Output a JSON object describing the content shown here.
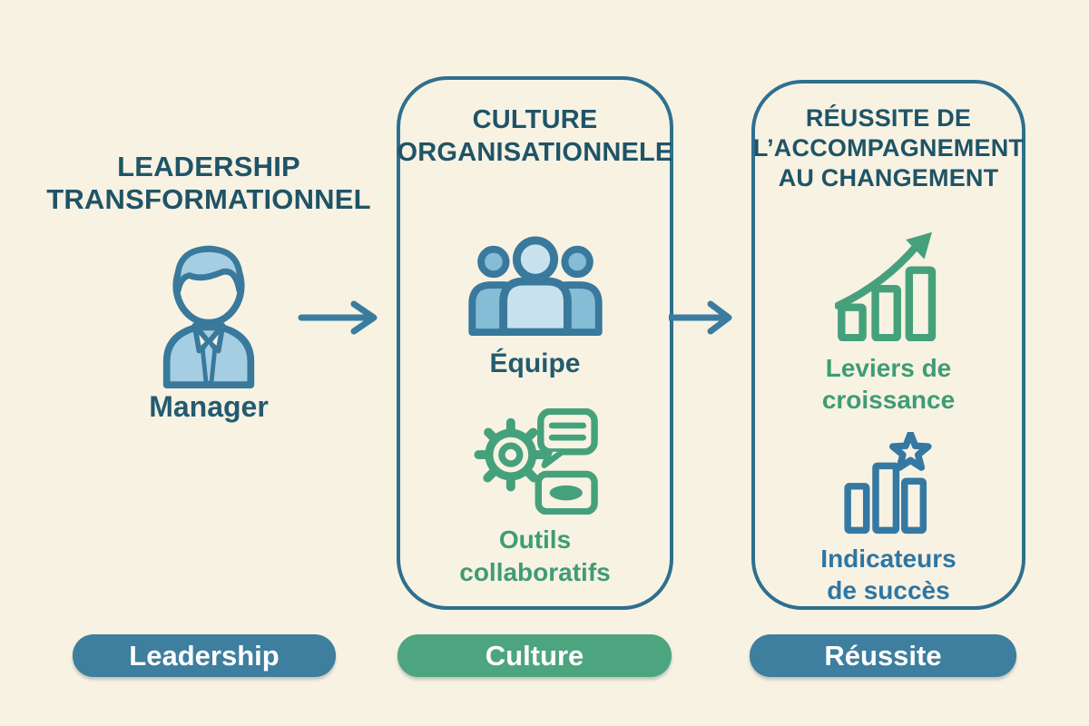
{
  "palette": {
    "background": "#F8F2E3",
    "title_text": "#1F5467",
    "dark_blue_text": "#235B70",
    "card_border": "#2F6F8F",
    "icon_blue_stroke": "#38799C",
    "icon_blue_fill_light": "#A6CEE2",
    "icon_blue_fill_lighter": "#C8E2ED",
    "icon_blue_fill_medium": "#85BCD6",
    "green": "#45A17B",
    "green_text": "#3F9C74",
    "blue_label_text": "#2E76A3",
    "pill_blue": "#3E7E9E",
    "pill_green": "#4DA580",
    "arrow_color": "#3A7CA0"
  },
  "flow": {
    "left": {
      "title_lines": [
        "LEADERSHIP",
        "TRANSFORMATIONNEL"
      ],
      "icon": "manager-person-icon",
      "label": "Manager"
    },
    "connectors": [
      {
        "icon": "arrow-right-icon"
      },
      {
        "icon": "arrow-right-icon"
      }
    ],
    "center": {
      "title_lines": [
        "CULTURE",
        "ORGANISATIONNELE"
      ],
      "items": [
        {
          "icon": "team-group-icon",
          "label_lines": [
            "Équipe"
          ]
        },
        {
          "icon": "gear-chat-collaboration-icon",
          "label_lines": [
            "Outils",
            "collaboratifs"
          ]
        }
      ]
    },
    "right": {
      "title_lines": [
        "RÉUSSITE DE",
        "L’ACCOMPAGNEMENT",
        "AU CHANGEMENT"
      ],
      "items": [
        {
          "icon": "growth-bars-arrow-icon",
          "label_lines": [
            "Leviers de",
            "croissance"
          ],
          "color": "#3F9C74"
        },
        {
          "icon": "success-bars-star-icon",
          "label_lines": [
            "Indicateurs",
            "de succès"
          ],
          "color": "#2E76A3"
        }
      ]
    }
  },
  "badges": [
    {
      "label": "Leadership",
      "color": "#3E7E9E"
    },
    {
      "label": "Culture",
      "color": "#4DA580"
    },
    {
      "label": "Réussite",
      "color": "#3E7E9E"
    }
  ]
}
